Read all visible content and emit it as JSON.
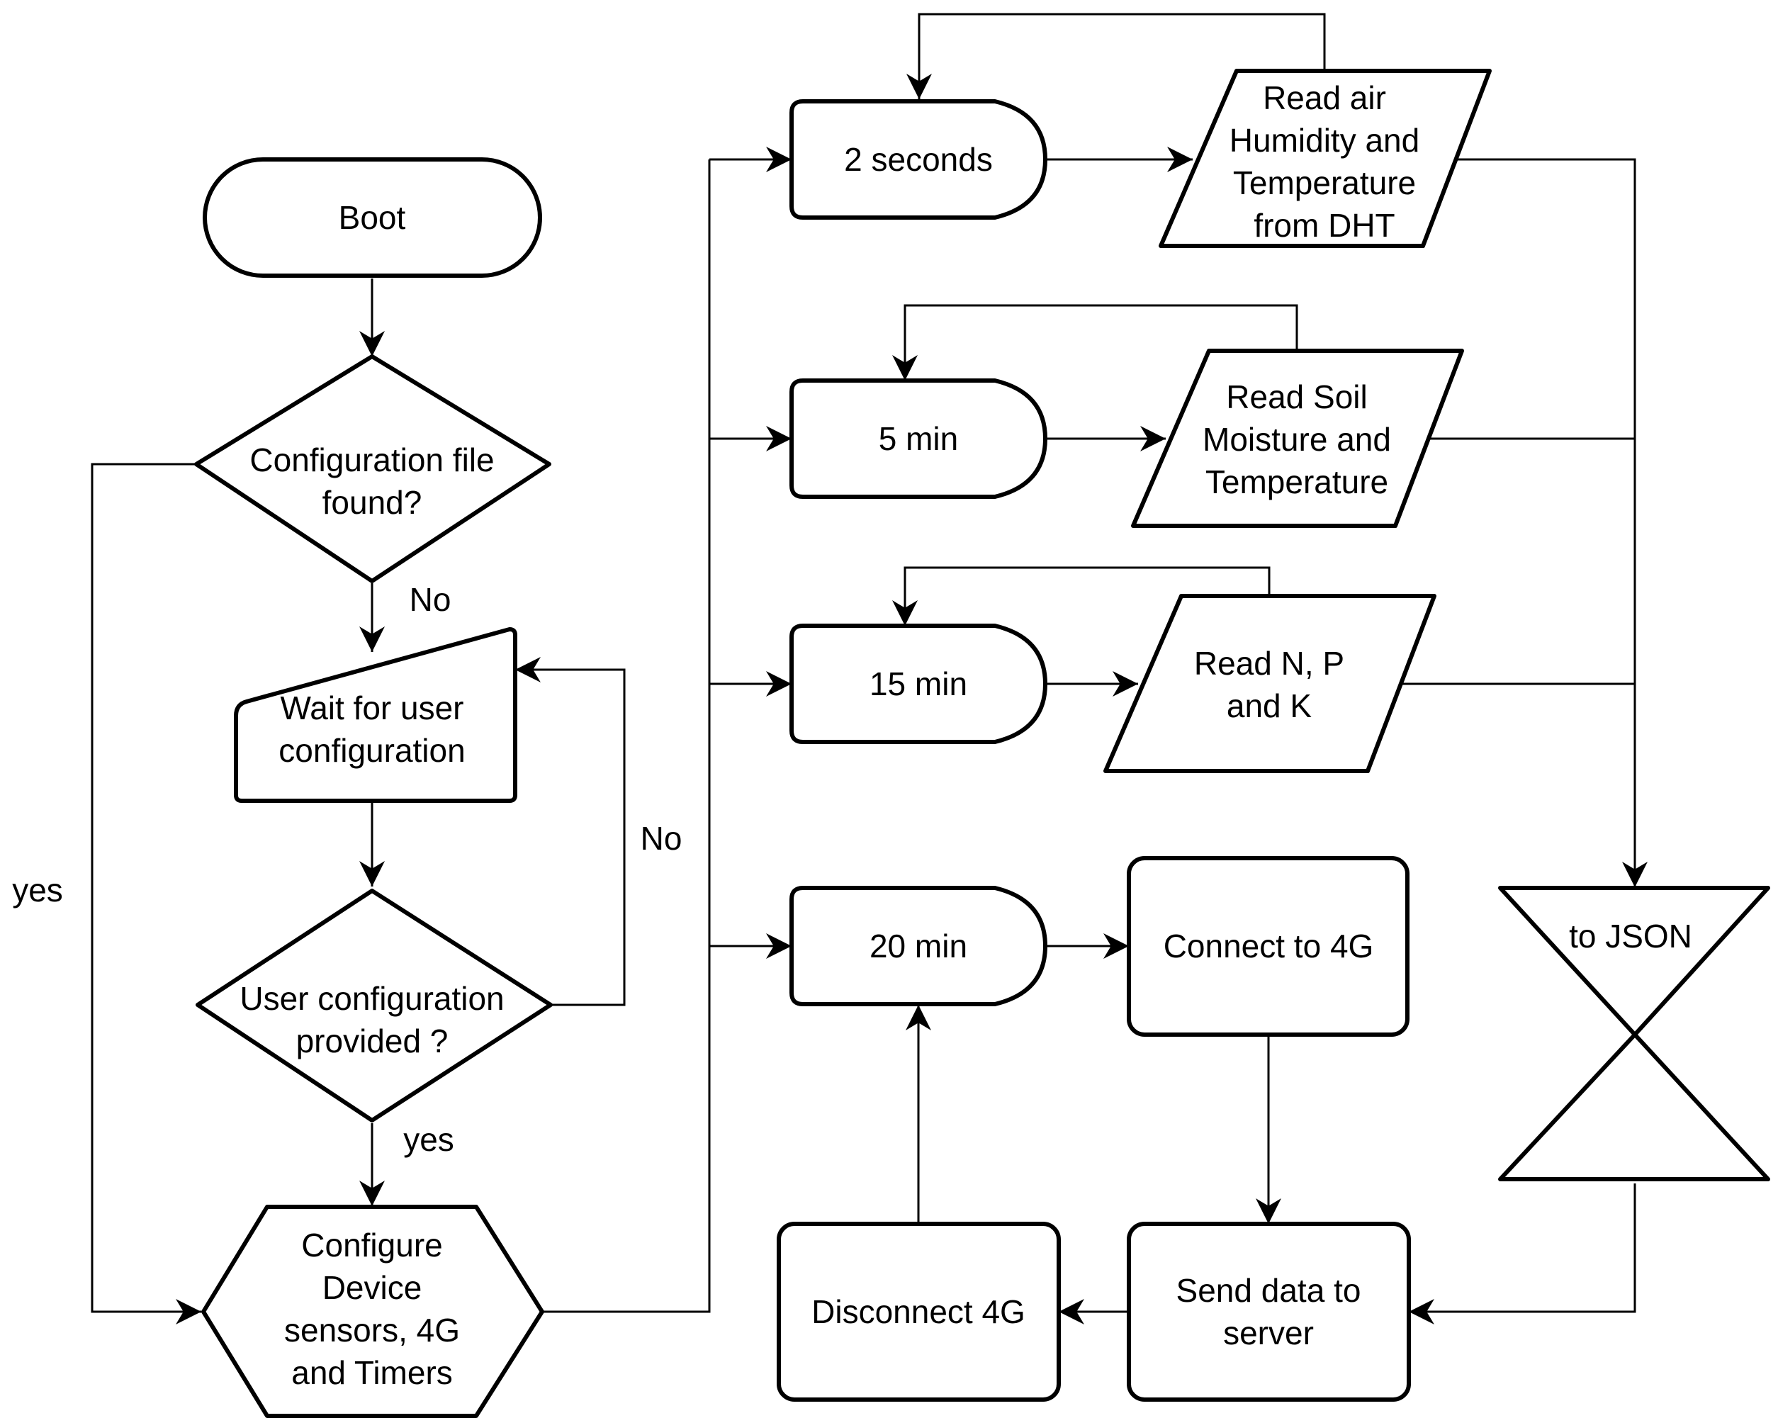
{
  "nodes": {
    "boot": [
      "Boot"
    ],
    "config_found": [
      "Configuration file",
      "found?"
    ],
    "wait_user": [
      "Wait for user",
      "configuration"
    ],
    "user_provided": [
      "User configuration",
      "provided ?"
    ],
    "configure": [
      "Configure",
      "Device",
      "sensors, 4G",
      "and Timers"
    ],
    "timer_2s": [
      "2 seconds"
    ],
    "timer_5min": [
      "5 min"
    ],
    "timer_15min": [
      "15 min"
    ],
    "timer_20min": [
      "20 min"
    ],
    "read_dht": [
      "Read air",
      "Humidity and",
      "Temperature",
      "from DHT"
    ],
    "read_soil": [
      "Read Soil",
      "Moisture and",
      "Temperature"
    ],
    "read_npk": [
      "Read N, P",
      "and K"
    ],
    "connect_4g": [
      "Connect to 4G"
    ],
    "send_data": [
      "Send data to",
      "server"
    ],
    "disconnect_4g": [
      "Disconnect 4G"
    ],
    "to_json": [
      "to JSON"
    ]
  },
  "edge_labels": {
    "no_config": "No",
    "yes_config": "yes",
    "no_user": "No",
    "yes_user": "yes"
  },
  "colors": {
    "stroke": "#000000",
    "fill": "#ffffff",
    "text": "#000000"
  }
}
